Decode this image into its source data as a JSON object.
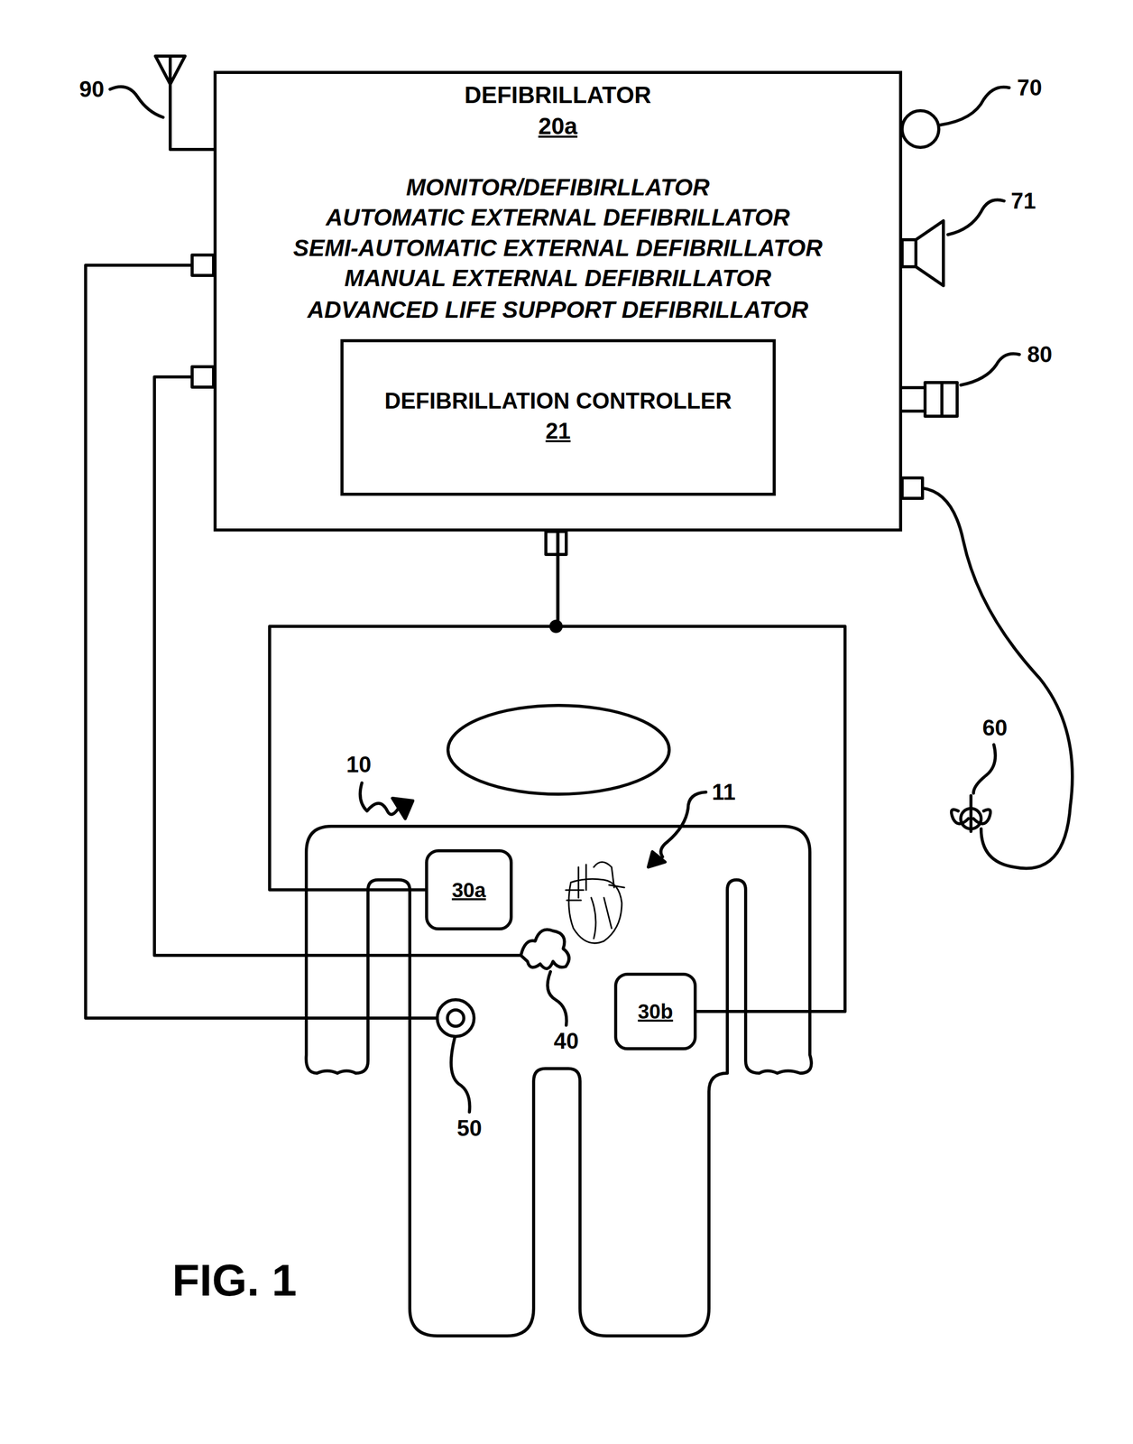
{
  "diagram": {
    "caption": "FIG. 1",
    "nodes": [
      {
        "text": [
          "DEFIBRILLATOR",
          "20a",
          "MONITOR/DEFIBIRLLATOR",
          "AUTOMATIC EXTERNAL DEFIBRILLATOR",
          "SEMI-AUTOMATIC EXTERNAL DEFIBRILLATOR",
          "MANUAL EXTERNAL DEFIBRILLATOR",
          "ADVANCED LIFE SUPPORT DEFIBRILLATOR"
        ]
      },
      {
        "text": [
          "DEFIBRILLATION CONTROLLER",
          "21"
        ],
        "in": 0
      },
      {
        "text": [
          "30a"
        ]
      },
      {
        "text": [
          "30b"
        ]
      }
    ],
    "edges": [
      {
        "from": 0,
        "to": 2,
        "arrow": "none"
      },
      {
        "from": 0,
        "to": 3,
        "arrow": "none"
      }
    ],
    "labels": [
      "90",
      "70",
      "71",
      "80",
      "60",
      "10",
      "11",
      "40",
      "50"
    ]
  }
}
